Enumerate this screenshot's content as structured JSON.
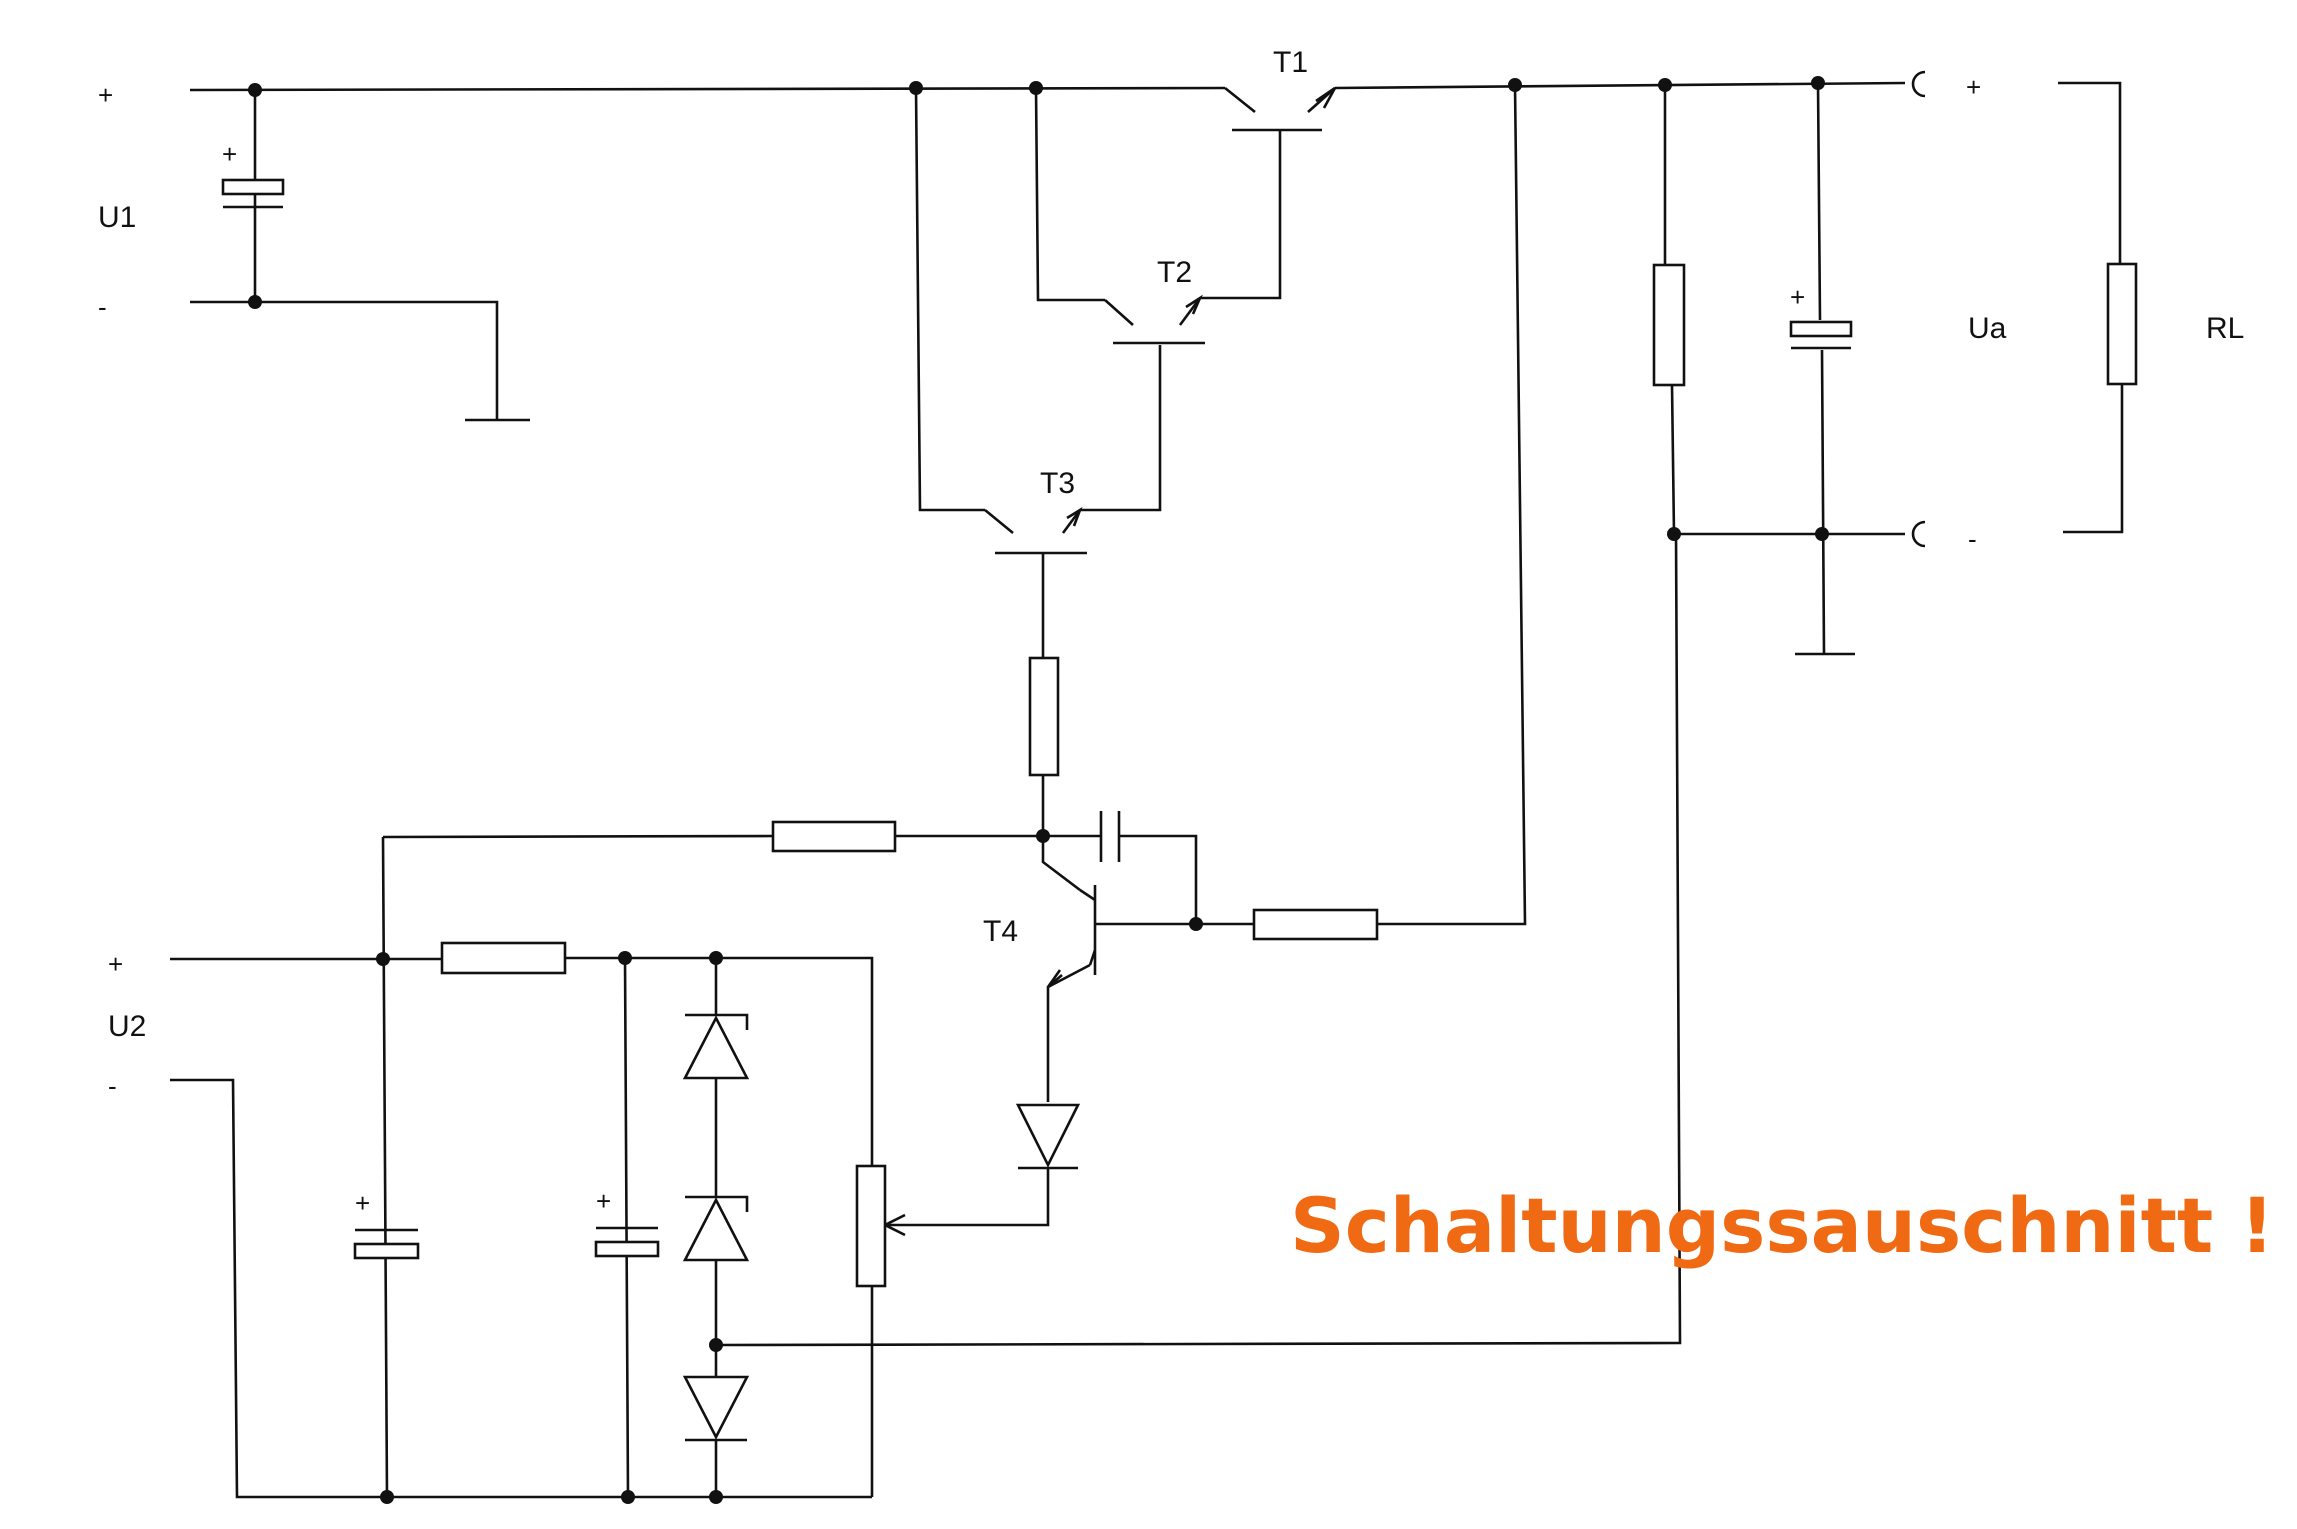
{
  "labels": {
    "u1": "U1",
    "u1_plus": "+",
    "u1_minus": "-",
    "u2": "U2",
    "u2_plus": "+",
    "u2_minus": "-",
    "t1": "T1",
    "t2": "T2",
    "t3": "T3",
    "t4": "T4",
    "ua": "Ua",
    "ua_plus": "+",
    "ua_minus": "-",
    "rl": "RL",
    "cap_plus": "+"
  },
  "note": "Schaltungssauschnitt !",
  "colors": {
    "line": "#111111",
    "note": "#f06a14",
    "background": "#ffffff"
  }
}
